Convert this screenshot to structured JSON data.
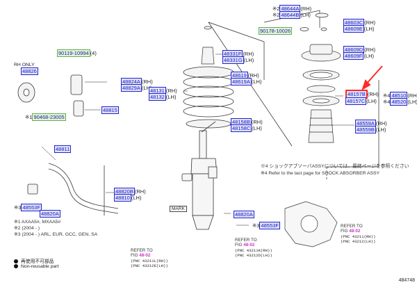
{
  "rh_only": "RH ONLY",
  "mark_label": "MARK",
  "drawing_number": "484748",
  "parts": {
    "p48644A": "48644A",
    "p48644B": "48644B",
    "p48603C": "48603C",
    "p48609E": "48609E",
    "p90178": "90178-10026",
    "p48331F": "48331F",
    "p48331G": "48331G",
    "p48609D": "48609D",
    "p48609F": "48609F",
    "p90119": "90119-10994",
    "p48826": "48826",
    "p48824A": "48824A",
    "p48829A": "48829A",
    "p48131": "48131",
    "p48132": "48132",
    "p48619": "48619",
    "p48619A": "48619A",
    "p48157B": "48157B",
    "p48157C": "48157C",
    "p48510": "48510",
    "p48520": "48520",
    "p90468": "90468-23005",
    "p48815": "48815",
    "p48158B": "48158B",
    "p48158C": "48158C",
    "p48559A": "48559A",
    "p48559B": "48559B",
    "p48811": "48811",
    "p48820B": "48820B",
    "p48810": "48810",
    "p48553F_l": "48553F",
    "p48820A_l": "48820A",
    "p48820A_m": "48820A",
    "p48553F_m": "48553F"
  },
  "suffix": {
    "rh": "(RH)",
    "lh": "(LH)",
    "x4": "(4)"
  },
  "prefix": {
    "n1": "※1",
    "n2": "※2",
    "n3": "※3",
    "n4": "※4"
  },
  "notes": {
    "sa_jp": "※4 ショックアブソーバASSYについては、最終ページを参照ください",
    "sa_en": "※4 Refer to the last page for SHOCK ABSORBER ASSY",
    "m1": "※1 AXAA5#, MXAA5#",
    "m2": "※2 (2004 -         )",
    "m3": "※3 (2004 -         ) ARL, EUR, GCC, GEN, SA"
  },
  "legend": {
    "reuse_jp": "再使用不可部品",
    "reuse_en": "Non-reusable part"
  },
  "refers": [
    {
      "t": "REFER TO",
      "f": "FIG",
      "fig": "48-02",
      "a": "(PNC 43211(RH))",
      "b": "(PNC 43212(LH))"
    },
    {
      "t": "REFER TO",
      "f": "FIG",
      "fig": "48-02",
      "a": "(PNC 43211K(RH))",
      "b": "(PNC 43212D(LH))"
    },
    {
      "t": "REFER TO",
      "f": "FIG",
      "fig": "48-02",
      "a": "(PNC 43211L(RH))",
      "b": "(PNC 43212E(LH))"
    }
  ],
  "colors": {
    "label_fill": "#dfe3ff",
    "label_border": "#2222cc",
    "highlight": "#ff2a2a",
    "fig_ref": "#cc33cc"
  }
}
